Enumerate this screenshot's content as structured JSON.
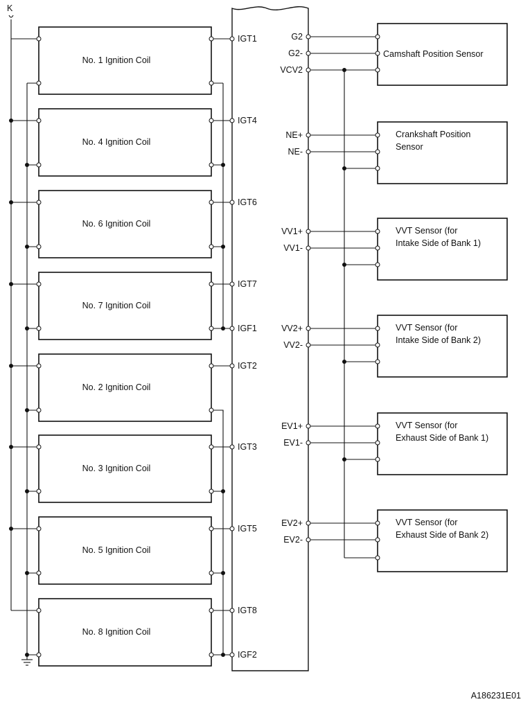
{
  "power_label": "K",
  "figure_id": "A186231E01",
  "coils": [
    {
      "name": "No. 1 Ignition Coil",
      "signal": "IGT1",
      "feedback": ""
    },
    {
      "name": "No. 4 Ignition Coil",
      "signal": "IGT4",
      "feedback": ""
    },
    {
      "name": "No. 6 Ignition Coil",
      "signal": "IGT6",
      "feedback": ""
    },
    {
      "name": "No. 7 Ignition Coil",
      "signal": "IGT7",
      "feedback": "IGF1"
    },
    {
      "name": "No. 2 Ignition Coil",
      "signal": "IGT2",
      "feedback": ""
    },
    {
      "name": "No. 3 Ignition Coil",
      "signal": "IGT3",
      "feedback": ""
    },
    {
      "name": "No. 5 Ignition Coil",
      "signal": "IGT5",
      "feedback": ""
    },
    {
      "name": "No. 8 Ignition Coil",
      "signal": "IGT8",
      "feedback": "IGF2"
    }
  ],
  "sensors": [
    {
      "lines": [
        "Camshaft Position Sensor"
      ],
      "pins": [
        "G2",
        "G2-",
        "VCV2"
      ]
    },
    {
      "lines": [
        "Crankshaft Position",
        "Sensor"
      ],
      "pins": [
        "NE+",
        "NE-"
      ]
    },
    {
      "lines": [
        "VVT Sensor (for",
        "Intake Side of Bank 1)"
      ],
      "pins": [
        "VV1+",
        "VV1-"
      ]
    },
    {
      "lines": [
        "VVT Sensor (for",
        "Intake Side of Bank 2)"
      ],
      "pins": [
        "VV2+",
        "VV2-"
      ]
    },
    {
      "lines": [
        "VVT Sensor (for",
        "Exhaust Side of Bank 1)"
      ],
      "pins": [
        "EV1+",
        "EV1-"
      ]
    },
    {
      "lines": [
        "VVT Sensor (for",
        "Exhaust Side of Bank 2)"
      ],
      "pins": [
        "EV2+",
        "EV2-"
      ]
    }
  ]
}
